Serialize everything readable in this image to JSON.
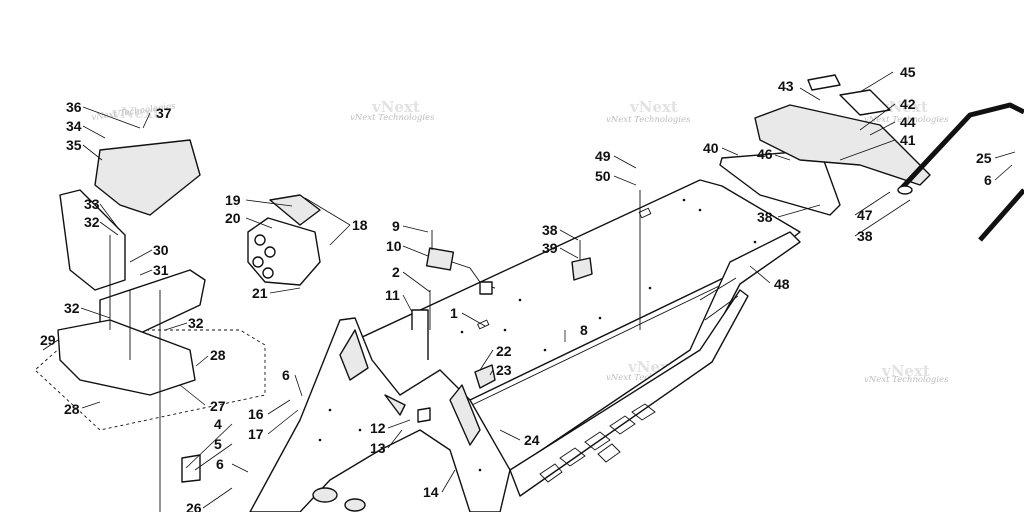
{
  "watermark": {
    "text": "vNext Technologies",
    "logo_text": "vNext"
  },
  "callouts": {
    "c1": "1",
    "c2": "2",
    "c4": "4",
    "c5": "5",
    "c6a": "6",
    "c6b": "6",
    "c6c": "6",
    "c8": "8",
    "c9": "9",
    "c10": "10",
    "c11": "11",
    "c12": "12",
    "c13": "13",
    "c14": "14",
    "c16": "16",
    "c17": "17",
    "c18": "18",
    "c19": "19",
    "c20": "20",
    "c21": "21",
    "c22": "22",
    "c23": "23",
    "c24": "24",
    "c25": "25",
    "c26": "26",
    "c27": "27",
    "c28a": "28",
    "c28b": "28",
    "c29": "29",
    "c30": "30",
    "c31": "31",
    "c32a": "32",
    "c32b": "32",
    "c32c": "32",
    "c33": "33",
    "c34": "34",
    "c35": "35",
    "c36": "36",
    "c37": "37",
    "c38a": "38",
    "c38b": "38",
    "c38c": "38",
    "c39": "39",
    "c40": "40",
    "c41": "41",
    "c42": "42",
    "c43": "43",
    "c44": "44",
    "c45": "45",
    "c46": "46",
    "c47": "47",
    "c48": "48",
    "c49": "49",
    "c50": "50"
  }
}
